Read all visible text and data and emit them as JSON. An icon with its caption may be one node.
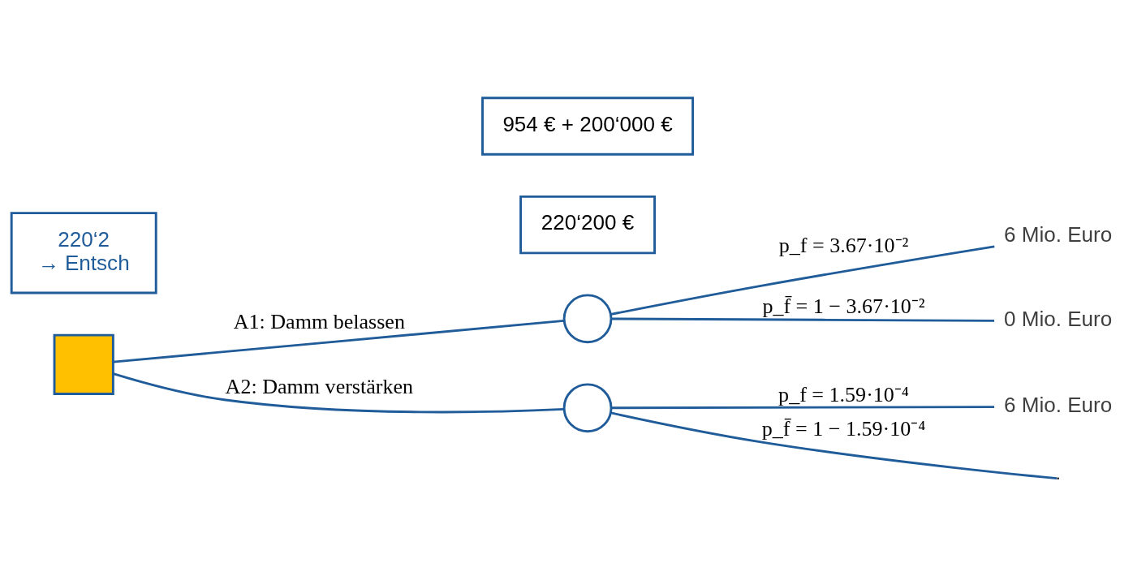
{
  "diagram": {
    "nodes": [
      {
        "text": [],
        "shape": "box"
      },
      {
        "text": [
          "220‘200 €"
        ]
      },
      {
        "text": [],
        "shape": "circle"
      },
      {
        "text": [
          "954 € + 200‘000 €"
        ]
      },
      {
        "text": [],
        "shape": "circle"
      },
      {
        "text": [
          "6 Mio. Euro"
        ]
      },
      {
        "text": [
          "0 Mio. Euro"
        ]
      },
      {
        "text": [
          "6 Mio. Euro"
        ]
      },
      {
        "text": [
          "220‘2",
          "→ Entsch"
        ]
      }
    ],
    "edges": [
      {
        "from": 0,
        "to": 2,
        "arrow": "none",
        "label": "A1: Damm belassen"
      },
      {
        "from": 0,
        "to": 4,
        "arrow": "none",
        "label": "A2: Damm verstärken"
      },
      {
        "from": 2,
        "to": 5,
        "arrow": "none",
        "label": "p_f = 3.67·10⁻²"
      },
      {
        "from": 2,
        "to": 6,
        "arrow": "none",
        "label": "p_f̄ = 1 − 3.67·10⁻²"
      },
      {
        "from": 4,
        "to": 7,
        "arrow": "none",
        "label": "p_f = 1.59·10⁻⁴"
      },
      {
        "from": 4,
        "to": null,
        "arrow": "none",
        "label": "p_f̄ = 1 − 1.59·10⁻⁴"
      }
    ]
  }
}
